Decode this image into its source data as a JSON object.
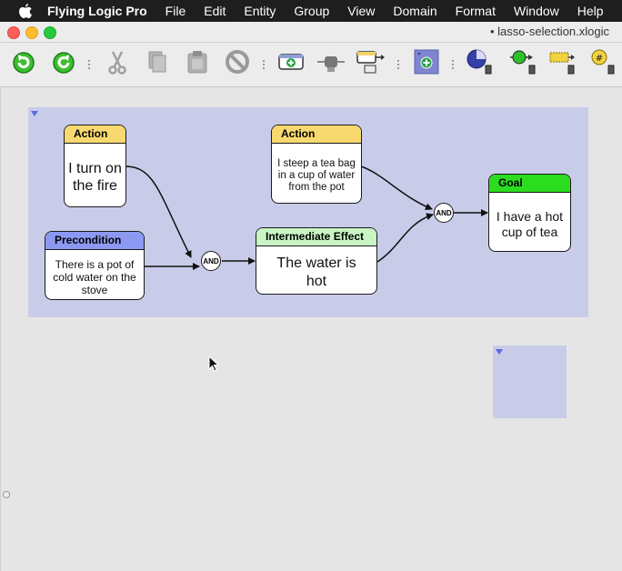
{
  "menubar": {
    "app_name": "Flying Logic Pro",
    "items": [
      "File",
      "Edit",
      "Entity",
      "Group",
      "View",
      "Domain",
      "Format",
      "Window",
      "Help"
    ]
  },
  "window": {
    "title": "• lasso-selection.xlogic"
  },
  "toolbar": {
    "icons": [
      "undo-icon",
      "redo-icon",
      "cut-icon",
      "copy-icon",
      "paste-icon",
      "delete-icon",
      "add-entity-icon",
      "insert-entity-icon",
      "add-group-icon",
      "new-group-icon",
      "confidence-icon",
      "edge-weight-icon",
      "annotation-icon",
      "number-icon"
    ]
  },
  "diagram": {
    "nodes": {
      "action1": {
        "type": "Action",
        "text": "I turn on the fire"
      },
      "action2": {
        "type": "Action",
        "text": "I steep a tea bag in a cup of water from the pot"
      },
      "precondition": {
        "type": "Precondition",
        "text": "There is a pot of cold water on the stove"
      },
      "intermediate": {
        "type": "Intermediate Effect",
        "text": "The water is hot"
      },
      "goal": {
        "type": "Goal",
        "text": "I have a hot cup of tea"
      }
    },
    "junctions": {
      "and1": "AND",
      "and2": "AND"
    }
  },
  "colors": {
    "action": "#f7d96f",
    "precondition": "#8c99f2",
    "intermediate": "#c8f5c4",
    "goal": "#2bdc1f",
    "group": "#c9cce9"
  }
}
